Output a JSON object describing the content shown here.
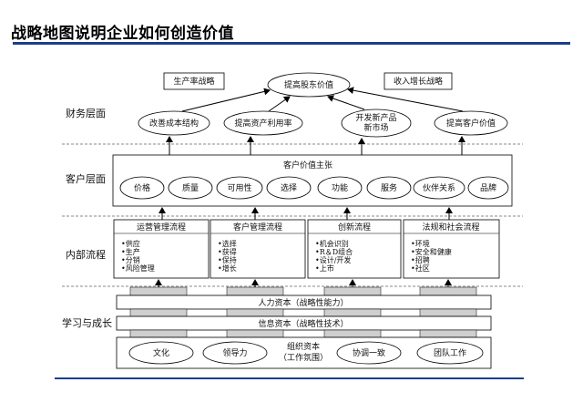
{
  "title": "战略地图说明企业如何创造价值",
  "layers": {
    "financial": "财务层面",
    "customer": "客户层面",
    "internal": "内部流程",
    "learning": "学习与成长"
  },
  "financial": {
    "strategy_left": "生产率战略",
    "strategy_right": "收入增长战略",
    "top": "提高股东价值",
    "goals": [
      "改善成本结构",
      "提高资产利用率",
      "开发新产品",
      "新市场",
      "提高客户价值"
    ]
  },
  "customer": {
    "header": "客户价值主张",
    "items": [
      "价格",
      "质量",
      "可用性",
      "选择",
      "功能",
      "服务",
      "伙伴关系",
      "品牌"
    ]
  },
  "internal": {
    "processes": [
      {
        "title": "运营管理流程",
        "items": [
          "•供应",
          "•生产",
          "•分销",
          "•风险管理"
        ]
      },
      {
        "title": "客户管理流程",
        "items": [
          "•选择",
          "•获得",
          "•保持",
          "•增长"
        ]
      },
      {
        "title": "创新流程",
        "items": [
          "•机会识别",
          "•R＆D组合",
          "•设计/开发",
          "•上市"
        ]
      },
      {
        "title": "法规和社会流程",
        "items": [
          "•环境",
          "•安全和健康",
          "•招聘",
          "•社区"
        ]
      }
    ]
  },
  "learning": {
    "human": "人力资本（战略性能力）",
    "info": "信息资本（战略性技术）",
    "org_line1": "组织资本",
    "org_line2": "（工作氛围）",
    "org_items": [
      "文化",
      "领导力",
      "协调一致",
      "团队工作"
    ]
  }
}
